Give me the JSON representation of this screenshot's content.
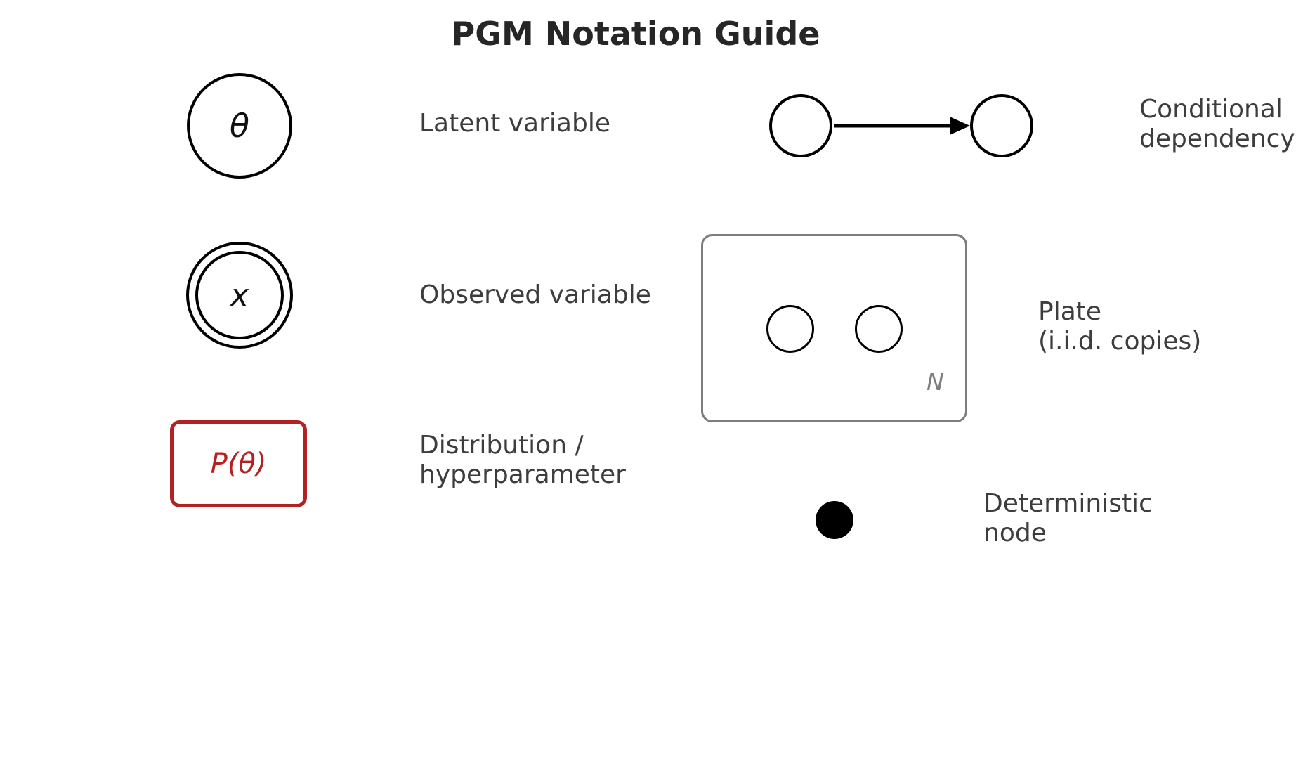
{
  "title": "PGM Notation Guide",
  "colors": {
    "node_stroke": "#000000",
    "accent_red": "#b22222",
    "plate_gray": "#7d7d7d",
    "title_text": "#262626",
    "label_text": "#3d3d3d"
  },
  "items": {
    "latent": {
      "symbol": "θ",
      "label": "Latent variable"
    },
    "observed": {
      "symbol": "x",
      "label": "Observed variable"
    },
    "distribution": {
      "symbol": "P(θ)",
      "label_line1": "Distribution /",
      "label_line2": "hyperparameter"
    },
    "conditional": {
      "label_line1": "Conditional",
      "label_line2": "dependency"
    },
    "plate": {
      "count_label": "N",
      "label_line1": "Plate",
      "label_line2": "(i.i.d. copies)"
    },
    "deterministic": {
      "label_line1": "Deterministic",
      "label_line2": "node"
    }
  }
}
